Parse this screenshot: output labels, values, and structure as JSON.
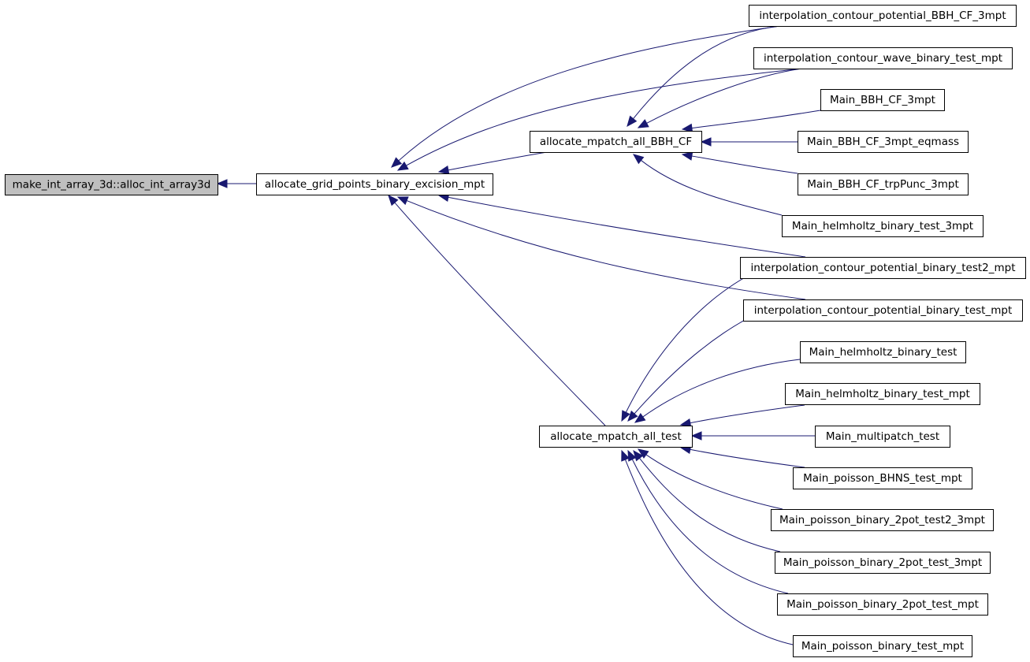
{
  "diagram": {
    "nodes": [
      {
        "id": "root",
        "label": "make_int_array_3d::alloc_int_array3d",
        "highlight": true
      },
      {
        "id": "agpbem",
        "label": "allocate_grid_points_binary_excision_mpt"
      },
      {
        "id": "amab",
        "label": "allocate_mpatch_all_BBH_CF"
      },
      {
        "id": "amat",
        "label": "allocate_mpatch_all_test"
      },
      {
        "id": "icpbbh",
        "label": "interpolation_contour_potential_BBH_CF_3mpt"
      },
      {
        "id": "icwbt",
        "label": "interpolation_contour_wave_binary_test_mpt"
      },
      {
        "id": "mbbh",
        "label": "Main_BBH_CF_3mpt"
      },
      {
        "id": "mbbheq",
        "label": "Main_BBH_CF_3mpt_eqmass"
      },
      {
        "id": "mbbhtrp",
        "label": "Main_BBH_CF_trpPunc_3mpt"
      },
      {
        "id": "mhbt3",
        "label": "Main_helmholtz_binary_test_3mpt"
      },
      {
        "id": "icpbt2",
        "label": "interpolation_contour_potential_binary_test2_mpt"
      },
      {
        "id": "icpbt",
        "label": "interpolation_contour_potential_binary_test_mpt"
      },
      {
        "id": "mhbt",
        "label": "Main_helmholtz_binary_test"
      },
      {
        "id": "mhbtm",
        "label": "Main_helmholtz_binary_test_mpt"
      },
      {
        "id": "mmt",
        "label": "Main_multipatch_test"
      },
      {
        "id": "mpbhns",
        "label": "Main_poisson_BHNS_test_mpt"
      },
      {
        "id": "mpb2t2",
        "label": "Main_poisson_binary_2pot_test2_3mpt"
      },
      {
        "id": "mpb2t3",
        "label": "Main_poisson_binary_2pot_test_3mpt"
      },
      {
        "id": "mpb2tm",
        "label": "Main_poisson_binary_2pot_test_mpt"
      },
      {
        "id": "mpbtm",
        "label": "Main_poisson_binary_test_mpt"
      }
    ],
    "edges": [
      {
        "from": "agpbem",
        "to": "root"
      },
      {
        "from": "amab",
        "to": "agpbem"
      },
      {
        "from": "amat",
        "to": "agpbem"
      },
      {
        "from": "icpbbh",
        "to": "agpbem"
      },
      {
        "from": "icwbt",
        "to": "agpbem"
      },
      {
        "from": "icpbt2",
        "to": "agpbem"
      },
      {
        "from": "icpbt",
        "to": "agpbem"
      },
      {
        "from": "icpbbh",
        "to": "amab"
      },
      {
        "from": "icwbt",
        "to": "amab"
      },
      {
        "from": "mbbh",
        "to": "amab"
      },
      {
        "from": "mbbheq",
        "to": "amab"
      },
      {
        "from": "mbbhtrp",
        "to": "amab"
      },
      {
        "from": "mhbt3",
        "to": "amab"
      },
      {
        "from": "icpbt2",
        "to": "amat"
      },
      {
        "from": "icpbt",
        "to": "amat"
      },
      {
        "from": "mhbt",
        "to": "amat"
      },
      {
        "from": "mhbtm",
        "to": "amat"
      },
      {
        "from": "mmt",
        "to": "amat"
      },
      {
        "from": "mpbhns",
        "to": "amat"
      },
      {
        "from": "mpb2t2",
        "to": "amat"
      },
      {
        "from": "mpb2t3",
        "to": "amat"
      },
      {
        "from": "mpb2tm",
        "to": "amat"
      },
      {
        "from": "mpbtm",
        "to": "amat"
      }
    ]
  }
}
